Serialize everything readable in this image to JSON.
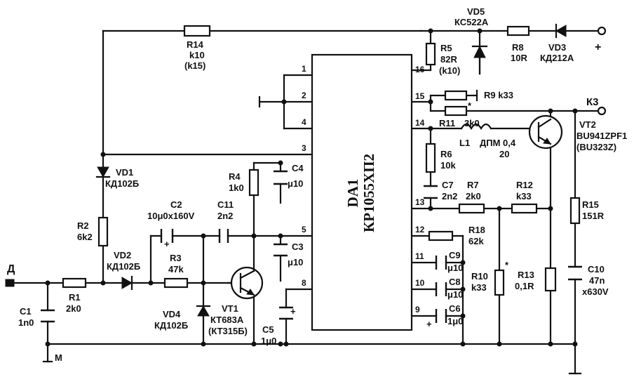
{
  "ic": {
    "name": "DA1",
    "type": "КР1055ХП2",
    "pins": [
      "1",
      "2",
      "4",
      "3",
      "5",
      "8",
      "16",
      "15",
      "14",
      "13",
      "12",
      "11",
      "10",
      "9"
    ]
  },
  "components": {
    "R14": {
      "ref": "R14",
      "value": "k10",
      "alt": "(k15)"
    },
    "R5": {
      "ref": "R5",
      "value": "82R",
      "alt": "(k10)"
    },
    "VD5": {
      "ref": "VD5",
      "value": "КС522А"
    },
    "R8": {
      "ref": "R8",
      "value": "10R"
    },
    "VD3": {
      "ref": "VD3",
      "value": "КД212А"
    },
    "R9": {
      "ref": "R9 k33"
    },
    "R11": {
      "ref": "R11",
      "value": "3k0"
    },
    "L1": {
      "ref": "L1",
      "value": "ДПМ 0,4",
      "alt": "20"
    },
    "VT2": {
      "ref": "VT2",
      "value": "BU941ZPF1",
      "alt": "(BU323Z)"
    },
    "R6": {
      "ref": "R6",
      "value": "10k"
    },
    "C7": {
      "ref": "C7",
      "value": "2n2"
    },
    "R7": {
      "ref": "R7",
      "value": "2k0"
    },
    "R12": {
      "ref": "R12",
      "value": "k33"
    },
    "R15": {
      "ref": "R15",
      "value": "151R"
    },
    "R18": {
      "ref": "R18",
      "value": "62k"
    },
    "C9": {
      "ref": "C9",
      "value": "μ10"
    },
    "C8": {
      "ref": "C8",
      "value": "μ10"
    },
    "C6": {
      "ref": "C6",
      "value": "1μ0"
    },
    "R10": {
      "ref": "R10",
      "value": "k33"
    },
    "R13": {
      "ref": "R13",
      "value": "0,1R"
    },
    "C10": {
      "ref": "C10",
      "value": "47n",
      "alt": "x630V"
    },
    "VD1": {
      "ref": "VD1",
      "value": "КД102Б"
    },
    "R4": {
      "ref": "R4",
      "value": "1k0"
    },
    "C4": {
      "ref": "C4",
      "value": "μ10"
    },
    "R2": {
      "ref": "R2",
      "value": "6k2"
    },
    "C2": {
      "ref": "C2",
      "value": "10μ0x160V"
    },
    "C11": {
      "ref": "C11",
      "value": "2n2"
    },
    "VD2": {
      "ref": "VD2",
      "value": "КД102Б"
    },
    "R3": {
      "ref": "R3",
      "value": "47k"
    },
    "C3": {
      "ref": "C3",
      "value": "μ10"
    },
    "R1": {
      "ref": "R1",
      "value": "2k0"
    },
    "C1": {
      "ref": "C1",
      "value": "1n0"
    },
    "VD4": {
      "ref": "VD4",
      "value": "КД102Б"
    },
    "VT1": {
      "ref": "VT1",
      "value": "КТ683А",
      "alt": "(КТ315Б)"
    },
    "C5": {
      "ref": "C5",
      "value": "1μ0"
    }
  },
  "terminals": {
    "d": "Д",
    "m": "M",
    "k3": "К3",
    "plus": "+"
  },
  "marks": {
    "star": "*",
    "plus": "+"
  }
}
